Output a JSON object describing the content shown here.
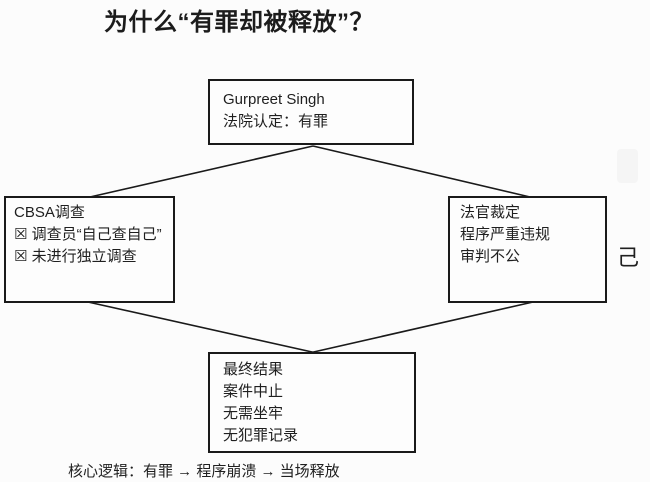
{
  "title": "为什么“有罪却被释放”？",
  "nodes": {
    "verdict": {
      "lines": [
        "Gurpreet Singh",
        "法院认定：有罪"
      ]
    },
    "cbsa": {
      "lines": [
        "CBSA调查",
        "☒ 调查员“自己查自己”",
        "☒ 未进行独立调查"
      ]
    },
    "judge": {
      "lines": [
        "法官裁定",
        "程序严重违规",
        "审判不公"
      ]
    },
    "result": {
      "lines": [
        "最终结果",
        "案件中止",
        "无需坐牢",
        "无犯罪记录"
      ]
    }
  },
  "footer": "核心逻辑：有罪 → 程序崩溃 → 当场释放",
  "stray_text": "己",
  "colors": {
    "line": "#1a1a1a",
    "text": "#1f1f1f",
    "background": "#fcfcfc",
    "box_fill": "#fdfdfd"
  }
}
